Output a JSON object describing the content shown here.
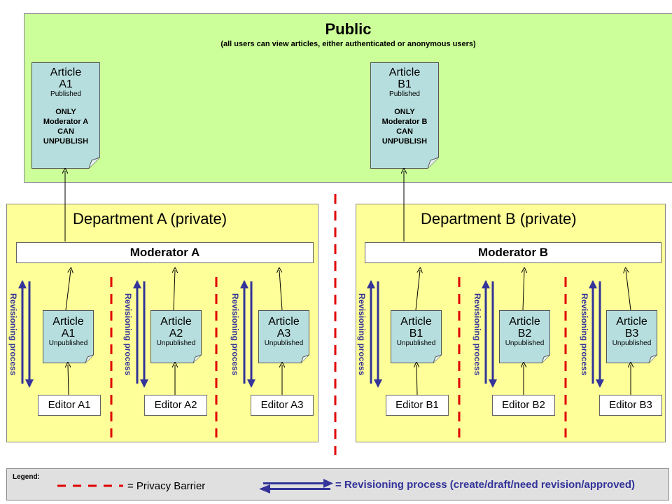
{
  "public": {
    "title": "Public",
    "subtitle": "(all users can view articles, either authenticated or anonymous users)",
    "articles": [
      {
        "title_line1": "Article",
        "title_line2": "A1",
        "status": "Published",
        "note": [
          "ONLY",
          "Moderator A",
          "CAN",
          "UNPUBLISH"
        ]
      },
      {
        "title_line1": "Article",
        "title_line2": "B1",
        "status": "Published",
        "note": [
          "ONLY",
          "Moderator B",
          "CAN",
          "UNPUBLISH"
        ]
      }
    ]
  },
  "departments": [
    {
      "title": "Department A (private)",
      "moderator": "Moderator A",
      "revision_label": "Revisioning process",
      "articles": [
        {
          "title_line1": "Article",
          "title_line2": "A1",
          "status": "Unpublished",
          "editor": "Editor A1"
        },
        {
          "title_line1": "Article",
          "title_line2": "A2",
          "status": "Unpublished",
          "editor": "Editor A2"
        },
        {
          "title_line1": "Article",
          "title_line2": "A3",
          "status": "Unpublished",
          "editor": "Editor A3"
        }
      ]
    },
    {
      "title": "Department B (private)",
      "moderator": "Moderator B",
      "revision_label": "Revisioning process",
      "articles": [
        {
          "title_line1": "Article",
          "title_line2": "B1",
          "status": "Unpublished",
          "editor": "Editor B1"
        },
        {
          "title_line1": "Article",
          "title_line2": "B2",
          "status": "Unpublished",
          "editor": "Editor B2"
        },
        {
          "title_line1": "Article",
          "title_line2": "B3",
          "status": "Unpublished",
          "editor": "Editor B3"
        }
      ]
    }
  ],
  "legend": {
    "label": "Legend:",
    "privacy": "= Privacy Barrier",
    "revisioning": "= Revisioning process (create/draft/need revision/approved)"
  },
  "colors": {
    "public_bg": "#ccff99",
    "dept_bg": "#ffff99",
    "doc_bg": "#b7dede",
    "barrier": "#e00000",
    "revision_arrow": "#333399",
    "legend_bg": "#e0e0e0"
  }
}
